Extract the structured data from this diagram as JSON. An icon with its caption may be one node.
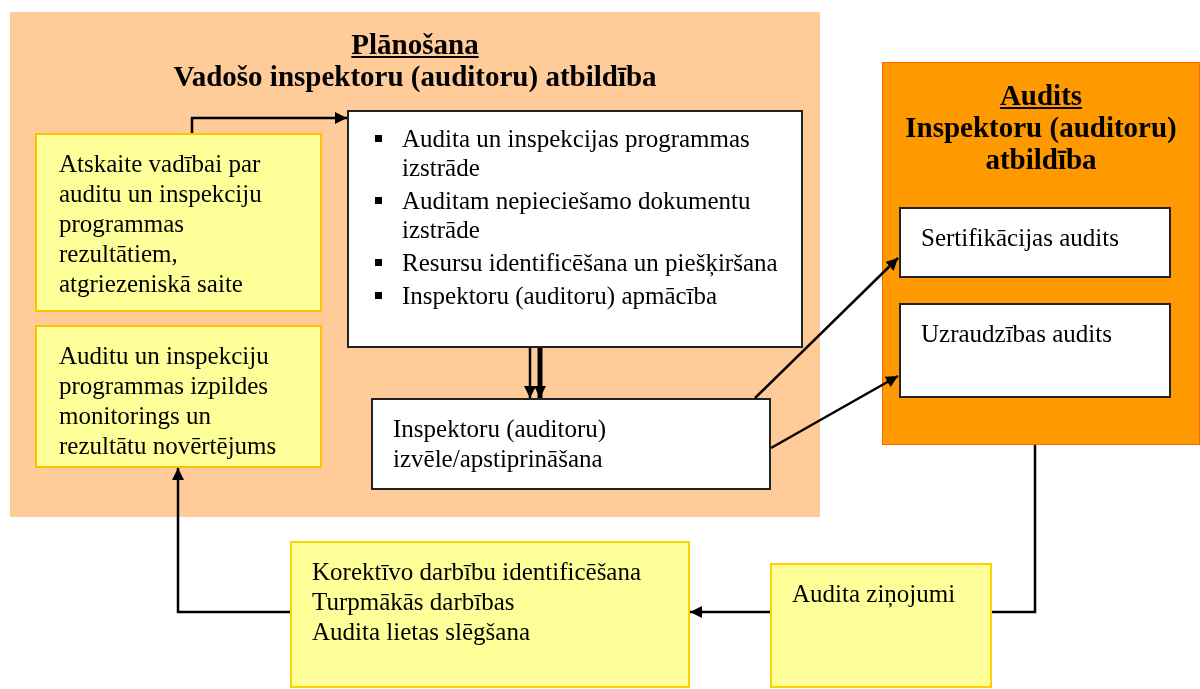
{
  "diagram": {
    "nodes": [
      {
        "text": [
          "Plānošana",
          "Vadošo inspektoru (auditoru) atbildība"
        ]
      },
      {
        "text": [
          "Atskaite vadībai par auditu un inspekciju programmas rezultātiem, atgriezeniskā saite"
        ],
        "in": 0
      },
      {
        "text": [
          "Auditu un inspekciju programmas izpildes monitorings un rezultātu novērtējums"
        ],
        "in": 0
      },
      {
        "text": [
          "Audita un inspekcijas programmas izstrāde",
          "Auditam nepieciešamo dokumentu izstrāde",
          "Resursu identificēšana un piešķiršana",
          "Inspektoru (auditoru) apmācība"
        ],
        "in": 0
      },
      {
        "text": [
          "Inspektoru (auditoru) izvēle/apstiprināšana"
        ],
        "in": 0
      },
      {
        "text": [
          "Audits",
          "Inspektoru (auditoru) atbildība"
        ]
      },
      {
        "text": [
          "Sertifikācijas audits"
        ],
        "in": 5
      },
      {
        "text": [
          "Uzraudzības audits"
        ],
        "in": 5
      },
      {
        "text": [
          "Korektīvo darbību identificēšana",
          "Turpmākās darbības",
          "Audita lietas slēgšana"
        ]
      },
      {
        "text": [
          "Audita ziņojumi"
        ]
      }
    ],
    "edges": [
      {
        "from": 1,
        "to": 3,
        "arrow": "to"
      },
      {
        "from": 3,
        "to": 4,
        "arrow": "to"
      },
      {
        "from": 3,
        "to": 4,
        "arrow": "to",
        "style": "thick"
      },
      {
        "from": 4,
        "to": 6,
        "arrow": "to"
      },
      {
        "from": 4,
        "to": 7,
        "arrow": "to"
      },
      {
        "from": 5,
        "to": 9,
        "arrow": "none"
      },
      {
        "from": 9,
        "to": 8,
        "arrow": "to"
      },
      {
        "from": 8,
        "to": 2,
        "arrow": "to"
      }
    ]
  }
}
